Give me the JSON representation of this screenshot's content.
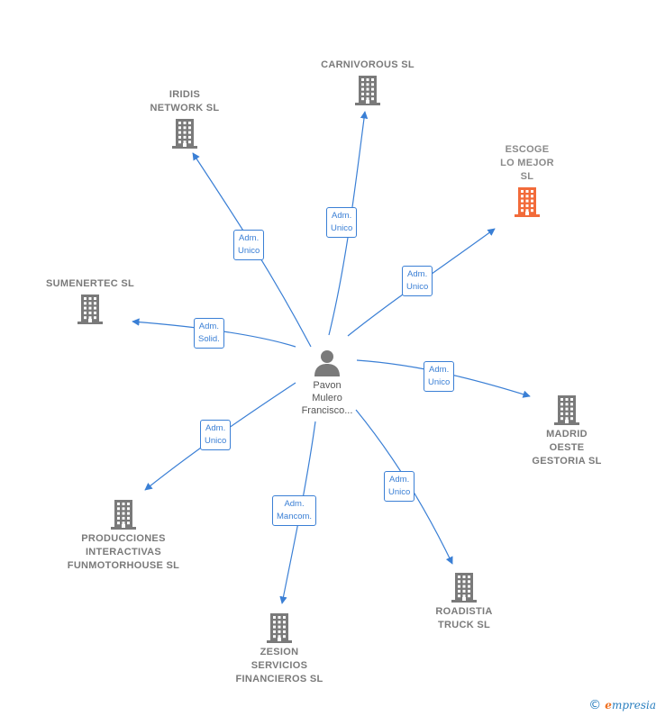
{
  "center": {
    "name": "Pavon\nMulero\nFrancisco..."
  },
  "companies": [
    {
      "id": "carnivorous",
      "name": "CARNIVOROUS SL",
      "highlight": false
    },
    {
      "id": "iridis",
      "name": "IRIDIS\nNETWORK  SL",
      "highlight": false
    },
    {
      "id": "escoge",
      "name": "ESCOGE\nLO MEJOR\nSL",
      "highlight": true
    },
    {
      "id": "sumenertec",
      "name": "SUMENERTEC SL",
      "highlight": false
    },
    {
      "id": "madrid",
      "name": "MADRID\nOESTE\nGESTORIA  SL",
      "highlight": false
    },
    {
      "id": "producciones",
      "name": "PRODUCCIONES\nINTERACTIVAS\nFUNMOTORHOUSE SL",
      "highlight": false
    },
    {
      "id": "zesion",
      "name": "ZESION\nSERVICIOS\nFINANCIEROS SL",
      "highlight": false
    },
    {
      "id": "roadistia",
      "name": "ROADISTIA\nTRUCK  SL",
      "highlight": false
    }
  ],
  "roles": [
    {
      "to": "carnivorous",
      "label": "Adm.\nUnico"
    },
    {
      "to": "iridis",
      "label": "Adm.\nUnico"
    },
    {
      "to": "escoge",
      "label": "Adm.\nUnico"
    },
    {
      "to": "sumenertec",
      "label": "Adm.\nSolid."
    },
    {
      "to": "madrid",
      "label": "Adm.\nUnico"
    },
    {
      "to": "producciones",
      "label": "Adm.\nUnico"
    },
    {
      "to": "zesion",
      "label": "Adm.\nMancom."
    },
    {
      "to": "roadistia",
      "label": "Adm.\nUnico"
    }
  ],
  "colors": {
    "edge": "#3a7fd5",
    "building": "#7a7a7a",
    "building_highlight": "#f26b3a"
  },
  "branding": {
    "copyright": "©",
    "name_initial": "e",
    "name_rest": "mpresia"
  }
}
